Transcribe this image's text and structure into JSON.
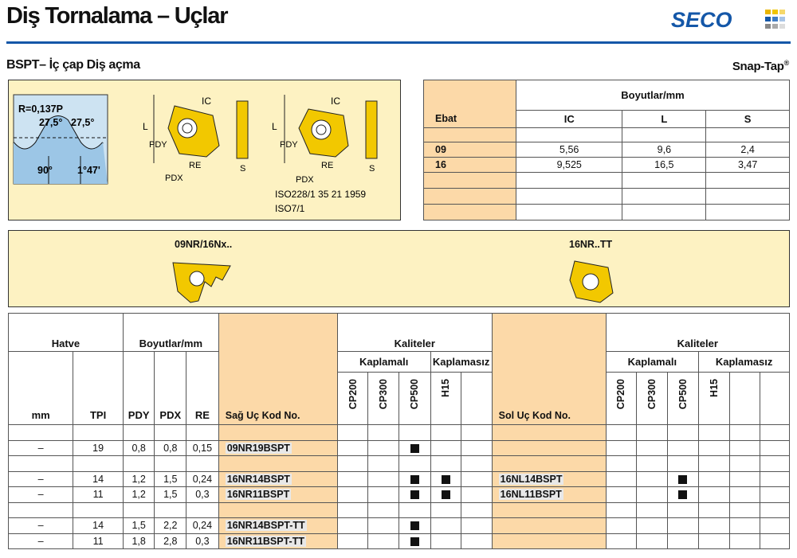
{
  "header": {
    "title": "Diş Tornalama – Uçlar",
    "logo_text": "SECO",
    "accent_color": "#1457a8"
  },
  "section": {
    "subtitle": "BSPT– İç çap Diş açma",
    "product_name": "Snap-Tap",
    "registered_mark": "®"
  },
  "profile_drawing": {
    "radius_label": "R=0,137P",
    "angle_left": "27,5°",
    "angle_right": "27,5°",
    "angle_90": "90°",
    "taper": "1°47'"
  },
  "insert_drawing": {
    "label_ic": "IC",
    "label_l": "L",
    "label_pdy": "PDY",
    "label_pdx": "PDX",
    "label_re": "RE",
    "label_s": "S",
    "standard_1": "ISO228/1 35 21 1959",
    "standard_2": "ISO7/1"
  },
  "dimensions_table": {
    "group_header": "Boyutlar/mm",
    "ebat_header": "Ebat",
    "columns": [
      "IC",
      "L",
      "S"
    ],
    "rows": [
      {
        "ebat": "09",
        "ic": "5,56",
        "l": "9,6",
        "s": "2,4"
      },
      {
        "ebat": "16",
        "ic": "9,525",
        "l": "16,5",
        "s": "3,47"
      }
    ]
  },
  "insert_types": {
    "left_label": "09NR/16Nx..",
    "right_label": "16NR..TT",
    "insert_color": "#f2c800"
  },
  "main_table": {
    "hatve": "Hatve",
    "boyutlar": "Boyutlar/mm",
    "kaliteler": "Kaliteler",
    "kaplamali": "Kaplamalı",
    "kaplamasiz": "Kaplamasız",
    "mm": "mm",
    "tpi": "TPI",
    "pdy": "PDY",
    "pdx": "PDX",
    "re": "RE",
    "sag_kod": "Sağ Uç Kod No.",
    "sol_kod": "Sol Uç Kod No.",
    "grades": [
      "CP200",
      "CP300",
      "CP500",
      "H15"
    ],
    "rows": [
      {
        "mm": "–",
        "tpi": "19",
        "pdy": "0,8",
        "pdx": "0,8",
        "re": "0,15",
        "right": "09NR19BSPT",
        "left": ""
      },
      {
        "mm": "–",
        "tpi": "14",
        "pdy": "1,2",
        "pdx": "1,5",
        "re": "0,24",
        "right": "16NR14BSPT",
        "left": "16NL14BSPT"
      },
      {
        "mm": "–",
        "tpi": "11",
        "pdy": "1,2",
        "pdx": "1,5",
        "re": "0,3",
        "right": "16NR11BSPT",
        "left": "16NL11BSPT"
      },
      {
        "mm": "–",
        "tpi": "14",
        "pdy": "1,5",
        "pdx": "2,2",
        "re": "0,24",
        "right": "16NR14BSPT-TT",
        "left": ""
      },
      {
        "mm": "–",
        "tpi": "11",
        "pdy": "1,8",
        "pdx": "2,8",
        "re": "0,3",
        "right": "16NR11BSPT-TT",
        "left": ""
      }
    ]
  }
}
